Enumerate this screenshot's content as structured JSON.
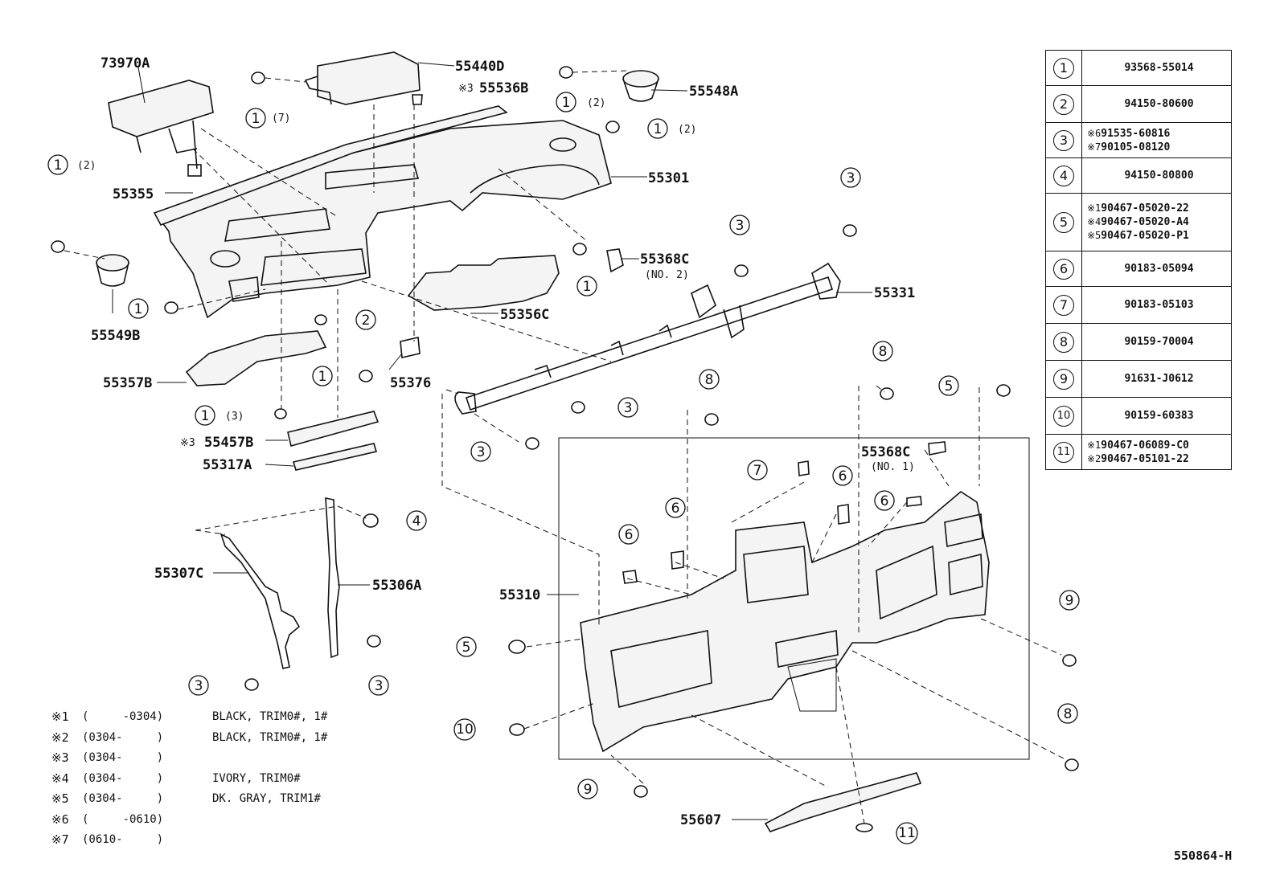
{
  "parts_table": [
    {
      "key": "1",
      "lines": [
        {
          "mark": "",
          "code": "93568-55014"
        }
      ]
    },
    {
      "key": "2",
      "lines": [
        {
          "mark": "",
          "code": "94150-80600"
        }
      ]
    },
    {
      "key": "3",
      "lines": [
        {
          "mark": "※6",
          "code": "91535-60816"
        },
        {
          "mark": "※7",
          "code": "90105-08120"
        }
      ]
    },
    {
      "key": "4",
      "lines": [
        {
          "mark": "",
          "code": "94150-80800"
        }
      ]
    },
    {
      "key": "5",
      "lines": [
        {
          "mark": "※1",
          "code": "90467-05020-22"
        },
        {
          "mark": "※4",
          "code": "90467-05020-A4"
        },
        {
          "mark": "※5",
          "code": "90467-05020-P1"
        }
      ]
    },
    {
      "key": "6",
      "lines": [
        {
          "mark": "",
          "code": "90183-05094"
        }
      ]
    },
    {
      "key": "7",
      "lines": [
        {
          "mark": "",
          "code": "90183-05103"
        }
      ]
    },
    {
      "key": "8",
      "lines": [
        {
          "mark": "",
          "code": "90159-70004"
        }
      ]
    },
    {
      "key": "9",
      "lines": [
        {
          "mark": "",
          "code": "91631-J0612"
        }
      ]
    },
    {
      "key": "10",
      "lines": [
        {
          "mark": "",
          "code": "90159-60383"
        }
      ]
    },
    {
      "key": "11",
      "lines": [
        {
          "mark": "※1",
          "code": "90467-06089-C0"
        },
        {
          "mark": "※2",
          "code": "90467-05101-22"
        }
      ]
    }
  ],
  "part_labels": {
    "p73970A": "73970A",
    "p55440D": "55440D",
    "p55536B": "55536B",
    "p55548A": "55548A",
    "p55301": "55301",
    "p55355": "55355",
    "p55368C_top": "55368C",
    "p55368C_top_sub": "(NO. 2)",
    "p55331": "55331",
    "p55549B": "55549B",
    "p55356C": "55356C",
    "p55357B": "55357B",
    "p55376": "55376",
    "p55457B": "55457B",
    "p55317A": "55317A",
    "p55368C_bottom": "55368C",
    "p55368C_bottom_sub": "(NO. 1)",
    "p55307C": "55307C",
    "p55306A": "55306A",
    "p55310": "55310",
    "p55607": "55607"
  },
  "marks": {
    "m3": "※3"
  },
  "quantities": {
    "q7": "(7)",
    "q2": "(2)",
    "q3": "(3)"
  },
  "notes": [
    {
      "mark": "※1",
      "range": "(     -0304)",
      "desc": "BLACK, TRIM0#, 1#"
    },
    {
      "mark": "※2",
      "range": "(0304-     )",
      "desc": "BLACK, TRIM0#, 1#"
    },
    {
      "mark": "※3",
      "range": "(0304-     )",
      "desc": ""
    },
    {
      "mark": "※4",
      "range": "(0304-     )",
      "desc": "IVORY, TRIM0#"
    },
    {
      "mark": "※5",
      "range": "(0304-     )",
      "desc": "DK. GRAY, TRIM1#"
    },
    {
      "mark": "※6",
      "range": "(     -0610)",
      "desc": ""
    },
    {
      "mark": "※7",
      "range": "(0610-     )",
      "desc": ""
    }
  ],
  "reference_code": "550864-H"
}
